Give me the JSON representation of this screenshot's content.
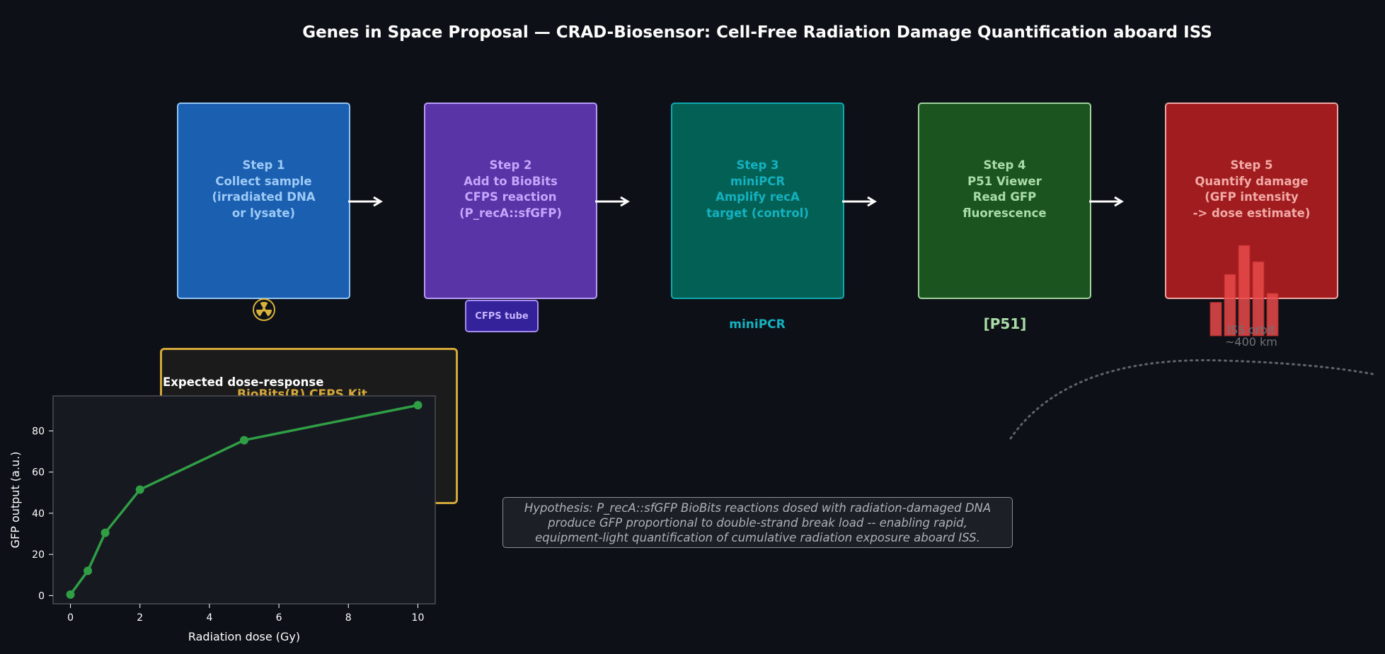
{
  "title": "Genes in Space Proposal — CRAD-Biosensor: Cell-Free Radiation Damage Quantification aboard ISS",
  "steps": [
    {
      "lines": [
        "Step 1",
        "Collect sample",
        "(irradiated DNA",
        "or lysate)"
      ],
      "fill": "#1a5fb0",
      "border": "#90c4f5",
      "text": "#9ecaf7"
    },
    {
      "lines": [
        "Step 2",
        "Add to BioBits",
        "CFPS reaction",
        "(P_recA::sfGFP)"
      ],
      "fill": "#5934a6",
      "border": "#b89bf5",
      "text": "#c5a6ff"
    },
    {
      "lines": [
        "Step 3",
        "miniPCR",
        "Amplify recA",
        "target (control)"
      ],
      "fill": "#036054",
      "border": "#10a8b0",
      "text": "#12b2c0"
    },
    {
      "lines": [
        "Step 4",
        "P51 Viewer",
        "Read GFP",
        "fluorescence"
      ],
      "fill": "#1c5420",
      "border": "#9fd29c",
      "text": "#a9dca6"
    },
    {
      "lines": [
        "Step 5",
        "Quantify damage",
        "(GFP intensity",
        "-> dose estimate)"
      ],
      "fill": "#a01c1f",
      "border": "#f0a6a2",
      "text": "#f2aaa6"
    }
  ],
  "icons": {
    "radiation": "☢"
  },
  "labels": {
    "cfps_tube": "CFPS tube",
    "minipcr": "miniPCR",
    "p51": "[P51]",
    "iss_orbit": "ISS orbit",
    "iss_altitude": "~400 km",
    "kit_title": "BioBits(R) CFPS Kit",
    "inset_title": "Expected dose-response"
  },
  "hypothesis": [
    "Hypothesis: P_recA::sfGFP BioBits reactions dosed with radiation-damaged DNA",
    "produce GFP proportional to double-strand break load -- enabling rapid,",
    "equipment-light quantification of cumulative radiation exposure aboard ISS."
  ],
  "colors": {
    "background": "#0d1017",
    "kit_border": "#d4a73a",
    "line": "#2f9e44",
    "radiation_icon": "#d8b13a",
    "bars": "#e84a4a"
  },
  "chart_data": {
    "type": "line",
    "title": "",
    "xlabel": "Radiation dose (Gy)",
    "ylabel": "GFP output (a.u.)",
    "x": [
      0,
      0.5,
      1,
      2,
      5,
      10
    ],
    "series": [
      {
        "values": [
          0.5,
          12,
          30.5,
          51.5,
          75.5,
          92.5
        ]
      }
    ],
    "xlim": [
      -0.5,
      10.5
    ],
    "ylim": [
      -4,
      97
    ],
    "xticks": [
      0,
      2,
      4,
      6,
      8,
      10
    ],
    "yticks": [
      0,
      20,
      40,
      60,
      80
    ],
    "grid": false,
    "legend": "none"
  },
  "bar_icon_values": [
    0.37,
    0.68,
    1.0,
    0.82,
    0.47
  ]
}
